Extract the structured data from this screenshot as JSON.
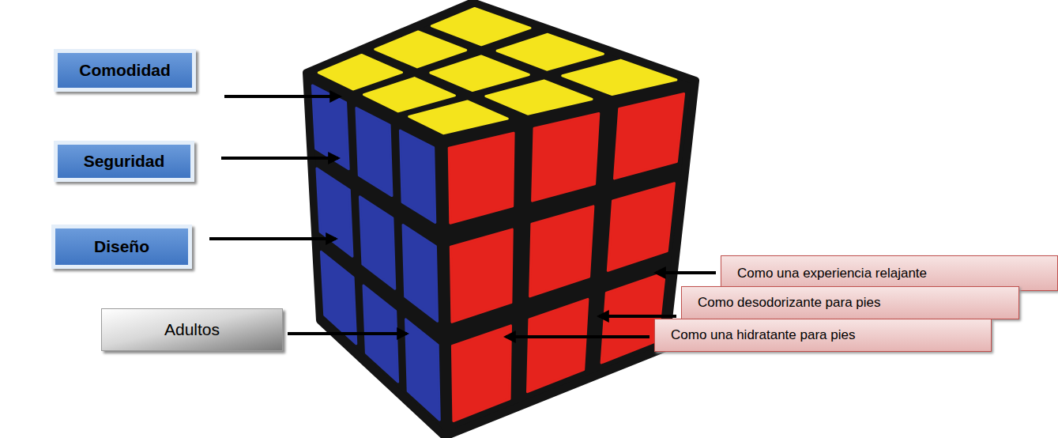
{
  "diagram": {
    "nodes": [
      {
        "text": [
          "Comodidad"
        ]
      },
      {
        "text": [
          "Seguridad"
        ]
      },
      {
        "text": [
          "Diseño"
        ]
      },
      {
        "text": [
          "Adultos"
        ]
      },
      {
        "text": [
          "Como una experiencia relajante"
        ]
      },
      {
        "text": [
          "Como desodorizante para pies"
        ]
      },
      {
        "text": [
          "Como una hidratante para pies"
        ]
      }
    ]
  }
}
